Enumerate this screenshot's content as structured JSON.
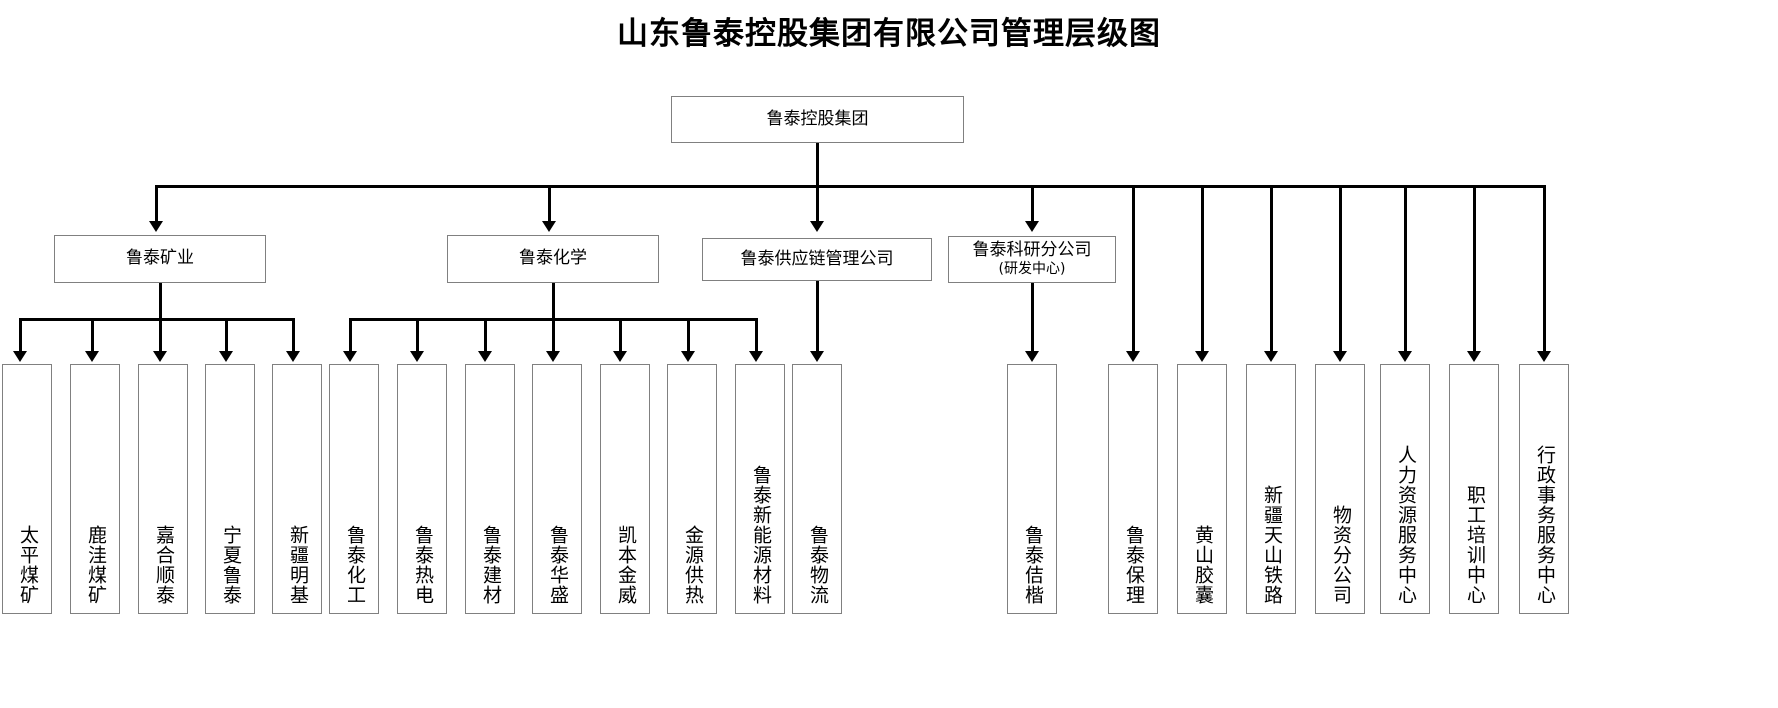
{
  "page": {
    "title": "山东鲁泰控股集团有限公司管理层级图",
    "background_color": "#ffffff",
    "line_color": "#000000",
    "box_border_color": "#808080"
  },
  "root": {
    "label": "鲁泰控股集团"
  },
  "divisions": [
    {
      "label": "鲁泰矿业",
      "sub": ""
    },
    {
      "label": "鲁泰化学",
      "sub": ""
    },
    {
      "label": "鲁泰供应链管理公司",
      "sub": ""
    },
    {
      "label": "鲁泰科研分公司",
      "sub": "(研发中心)"
    }
  ],
  "mining_children": [
    {
      "label": "太平煤矿"
    },
    {
      "label": "鹿洼煤矿"
    },
    {
      "label": "嘉合顺泰"
    },
    {
      "label": "宁夏鲁泰"
    },
    {
      "label": "新疆明基"
    }
  ],
  "chemical_children": [
    {
      "label": "鲁泰化工"
    },
    {
      "label": "鲁泰热电"
    },
    {
      "label": "鲁泰建材"
    },
    {
      "label": "鲁泰华盛"
    },
    {
      "label": "凯本金威"
    },
    {
      "label": "金源供热"
    },
    {
      "label": "鲁泰新能源材料"
    }
  ],
  "supplychain_children": [
    {
      "label": "鲁泰物流"
    }
  ],
  "group_direct_children": [
    {
      "label": "鲁泰佶楷"
    },
    {
      "label": "鲁泰保理"
    },
    {
      "label": "黄山胶囊"
    },
    {
      "label": "新疆天山铁路"
    },
    {
      "label": "物资分公司"
    },
    {
      "label": "人力资源服务中心"
    },
    {
      "label": "职工培训中心"
    },
    {
      "label": "行政事务服务中心"
    }
  ]
}
